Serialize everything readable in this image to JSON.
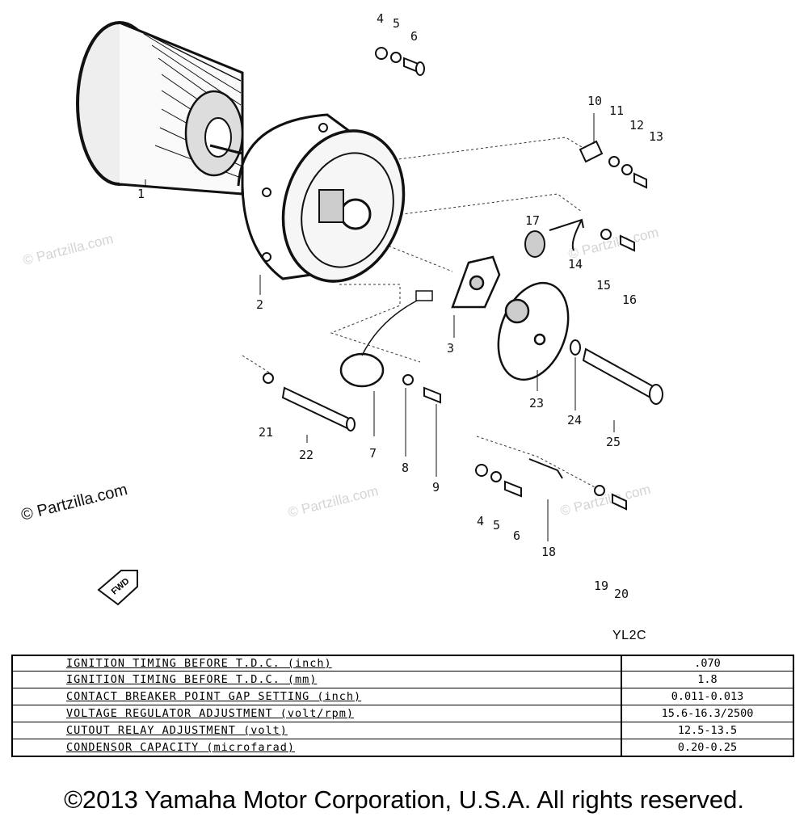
{
  "callouts": [
    "1",
    "2",
    "3",
    "4",
    "5",
    "6",
    "7",
    "8",
    "9",
    "10",
    "11",
    "12",
    "13",
    "14",
    "15",
    "16",
    "17",
    "18",
    "19",
    "20",
    "21",
    "22",
    "23",
    "24",
    "25"
  ],
  "watermark": "© Partzilla.com",
  "fwd_arrow_label": "FWD",
  "model_code": "YL2C",
  "spec_table": {
    "rows": [
      {
        "label": "IGNITION TIMING BEFORE T.D.C. (inch)",
        "value": ".070"
      },
      {
        "label": "IGNITION TIMING BEFORE T.D.C. (mm)",
        "value": "1.8"
      },
      {
        "label": "CONTACT BREAKER POINT GAP SETTING (inch)",
        "value": "0.011-0.013"
      },
      {
        "label": "VOLTAGE REGULATOR ADJUSTMENT (volt/rpm)",
        "value": "15.6-16.3/2500"
      },
      {
        "label": "CUTOUT RELAY ADJUSTMENT (volt)",
        "value": "12.5-13.5"
      },
      {
        "label": "CONDENSOR CAPACITY (microfarad)",
        "value": "0.20-0.25"
      }
    ]
  },
  "copyright": "©2013 Yamaha Motor Corporation, U.S.A. All rights reserved."
}
